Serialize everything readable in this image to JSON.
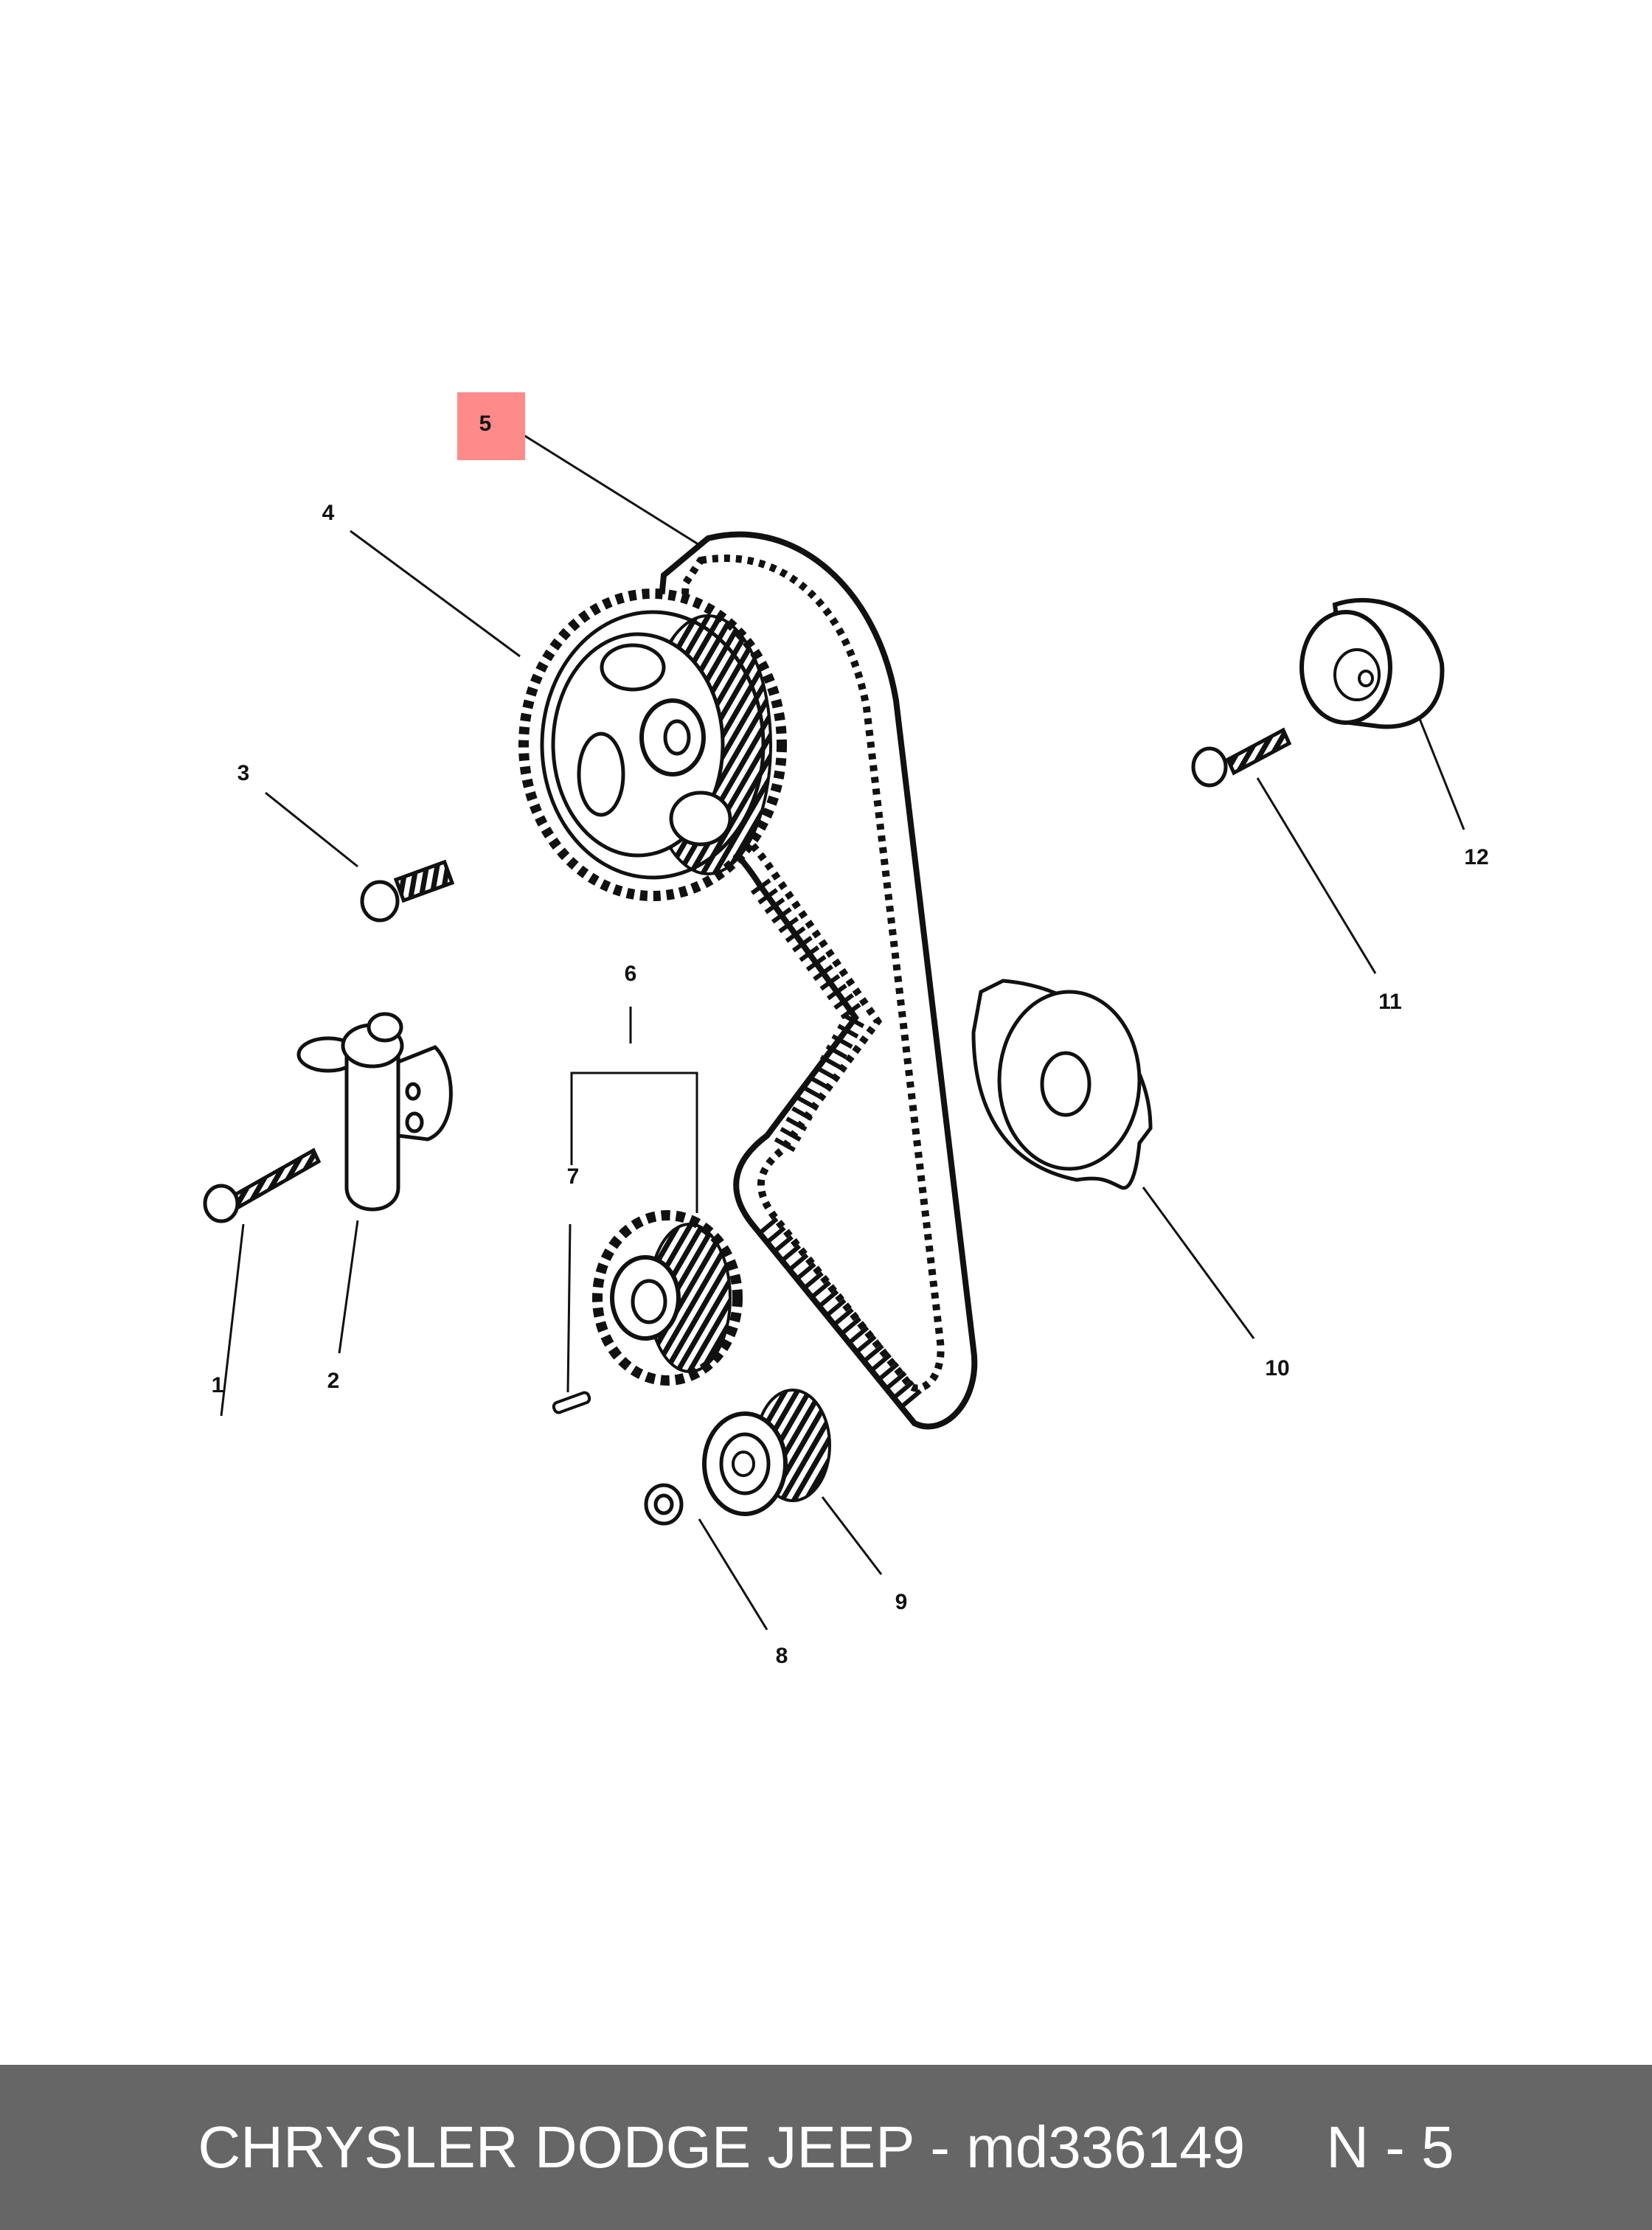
{
  "callouts": {
    "c1": "1",
    "c2": "2",
    "c3": "3",
    "c4": "4",
    "c5": "5",
    "c6": "6",
    "c7": "7",
    "c8": "8",
    "c9": "9",
    "c10": "10",
    "c11": "11",
    "c12": "12"
  },
  "highlight": {
    "callout": "5",
    "color": "#ff8a8a"
  },
  "footer": {
    "brand_part": "CHRYSLER DODGE JEEP - md336149",
    "page_ref": "N - 5"
  },
  "colors": {
    "footer_bg": "#666666",
    "footer_text": "#ffffff",
    "line": "#111111"
  }
}
